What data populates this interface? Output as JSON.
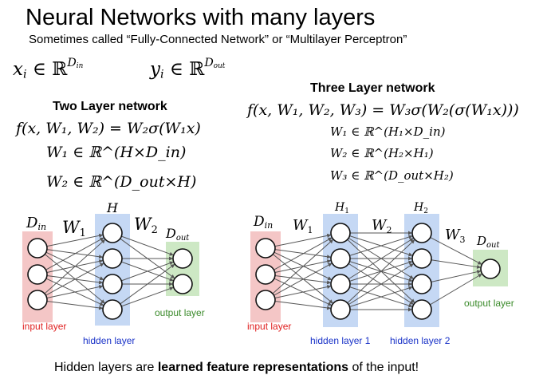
{
  "title": "Neural Networks with many layers",
  "subtitle": "Sometimes called “Fully-Connected Network” or “Multilayer Perceptron”",
  "input_def": {
    "var": "x",
    "sub": "i",
    "sup": "D",
    "sup_sub": "in"
  },
  "output_def": {
    "var": "y",
    "sub": "i",
    "sup": "D",
    "sup_sub": "out"
  },
  "two_layer": {
    "heading": "Two Layer network",
    "equation": "f(x, W₁, W₂) = W₂σ(W₁x)",
    "w1": "W₁ ∈ ℝ^(H×D_in)",
    "w2": "W₂ ∈ ℝ^(D_out×H)"
  },
  "three_layer": {
    "heading": "Three Layer network",
    "equation": "f(x, W₁, W₂, W₃) = W₃σ(W₂(σ(W₁x)))",
    "w1": "W₁ ∈ ℝ^(H₁×D_in)",
    "w2": "W₂ ∈ ℝ^(H₂×H₁)",
    "w3": "W₃ ∈ ℝ^(D_out×H₂)"
  },
  "net_left": {
    "label_in": "D",
    "label_in_sub": "in",
    "label_w1": "W",
    "label_w1_sub": "1",
    "label_h": "H",
    "label_w2": "W",
    "label_w2_sub": "2",
    "label_out": "D",
    "label_out_sub": "out",
    "input_layer": "input layer",
    "hidden_layer": "hidden layer",
    "output_layer": "output layer"
  },
  "net_right": {
    "label_in": "D",
    "label_in_sub": "in",
    "label_w1": "W",
    "label_w1_sub": "1",
    "label_h1": "H",
    "label_h1_sub": "1",
    "label_w2": "W",
    "label_w2_sub": "2",
    "label_h2": "H",
    "label_h2_sub": "2",
    "label_w3": "W",
    "label_w3_sub": "3",
    "label_out": "D",
    "label_out_sub": "out",
    "input_layer": "input layer",
    "hidden_layer_1": "hidden layer 1",
    "hidden_layer_2": "hidden layer 2",
    "output_layer": "output layer"
  },
  "footer": {
    "before": "Hidden layers are ",
    "bold": "learned feature representations",
    "after": " of the input!"
  },
  "colors": {
    "input_box": "#f4c6c6",
    "hidden_box": "#c5d8f4",
    "output_box": "#cde8c4",
    "input_text": "#e02020",
    "hidden_text": "#1a33c8",
    "output_text": "#3a8a2a"
  }
}
